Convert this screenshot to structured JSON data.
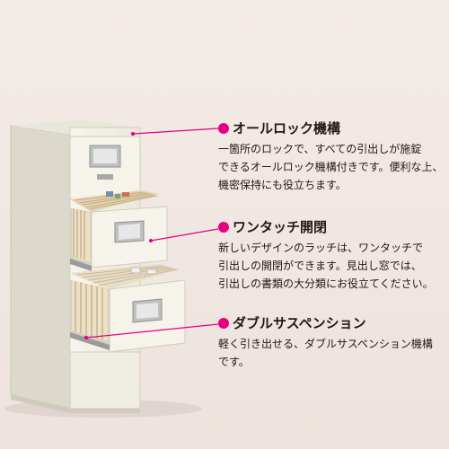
{
  "colors": {
    "accent": "#e4007f",
    "background": "#f1e8e4"
  },
  "features": [
    {
      "title": "オールロック機構",
      "lines": [
        "一箇所のロックで、すべての引出しが施錠",
        "できるオールロック機構付きです。便利な上、",
        "機密保持にも役立ちます。"
      ]
    },
    {
      "title": "ワンタッチ開閉",
      "lines": [
        "新しいデザインのラッチは、ワンタッチで",
        "引出しの開閉ができます。見出し窓では、",
        "引出しの書類の大分類にお役立てください。"
      ]
    },
    {
      "title": "ダブルサスペンション",
      "lines": [
        "軽く引き出せる、ダブルサスペンション機構",
        "です。"
      ]
    }
  ]
}
